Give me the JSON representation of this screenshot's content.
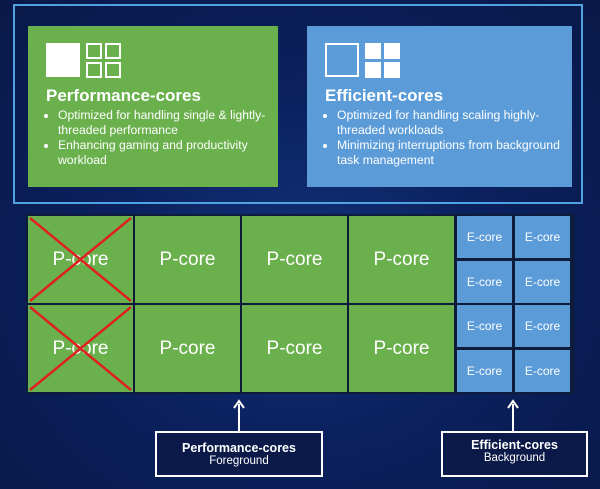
{
  "cards": {
    "performance": {
      "title": "Performance-cores",
      "bullets": [
        "Optimized for handling single & lightly-threaded performance",
        "Enhancing gaming and productivity workload"
      ]
    },
    "efficient": {
      "title": "Efficient-cores",
      "bullets": [
        "Optimized for handling scaling highly-threaded workloads",
        "Minimizing interruptions from background task management"
      ]
    }
  },
  "grid": {
    "p_core_label": "P-core",
    "e_core_label": "E-core",
    "rows": [
      {
        "p_cores": [
          "P-core",
          "P-core",
          "P-core",
          "P-core"
        ],
        "disabled_first": true,
        "e_cores": [
          "E-core",
          "E-core",
          "E-core",
          "E-core"
        ]
      },
      {
        "p_cores": [
          "P-core",
          "P-core",
          "P-core",
          "P-core"
        ],
        "disabled_first": true,
        "e_cores": [
          "E-core",
          "E-core",
          "E-core",
          "E-core"
        ]
      }
    ]
  },
  "labels": {
    "performance": {
      "title": "Performance-cores",
      "subtitle": "Foreground"
    },
    "efficient": {
      "title": "Efficient-cores",
      "subtitle": "Background"
    }
  },
  "colors": {
    "p_core": "#6ab04c",
    "e_core": "#5a9bd8",
    "background": "#0b215e",
    "frame": "#4fa3e0",
    "disabled_mark": "#e02020"
  }
}
